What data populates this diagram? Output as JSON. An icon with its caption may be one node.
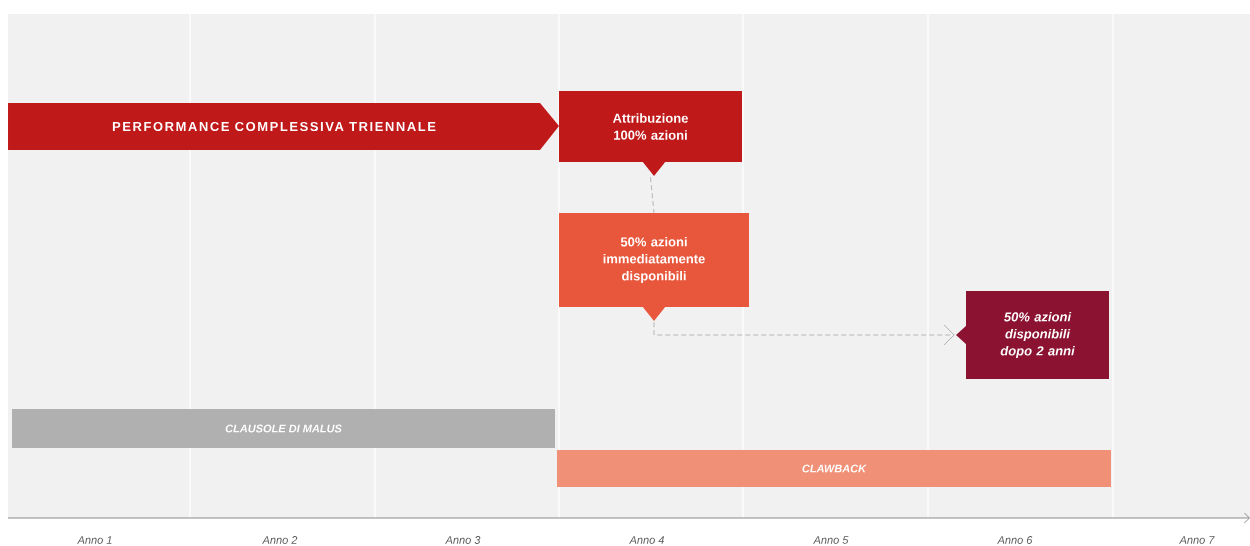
{
  "diagram": {
    "nodes": [
      {
        "text": [
          "PERFORMANCE COMPLESSIVA TRIENNALE"
        ]
      },
      {
        "text": [
          "Attribuzione 100% azioni"
        ]
      },
      {
        "text": [
          "50% azioni immediatamente disponibili"
        ]
      },
      {
        "text": [
          "50% azioni disponibili dopo 2 anni"
        ]
      },
      {
        "text": [
          "CLAUSOLE DI MALUS"
        ]
      },
      {
        "text": [
          "CLAWBACK"
        ]
      }
    ],
    "edges": [
      {
        "from": 1,
        "to": 2,
        "arrow": "none",
        "style": "dashed"
      },
      {
        "from": 2,
        "to": 3,
        "arrow": "to",
        "style": "dashed"
      }
    ],
    "labels": [
      "Anno 1",
      "Anno 2",
      "Anno 3",
      "Anno 4",
      "Anno 5",
      "Anno 6",
      "Anno 7"
    ]
  }
}
